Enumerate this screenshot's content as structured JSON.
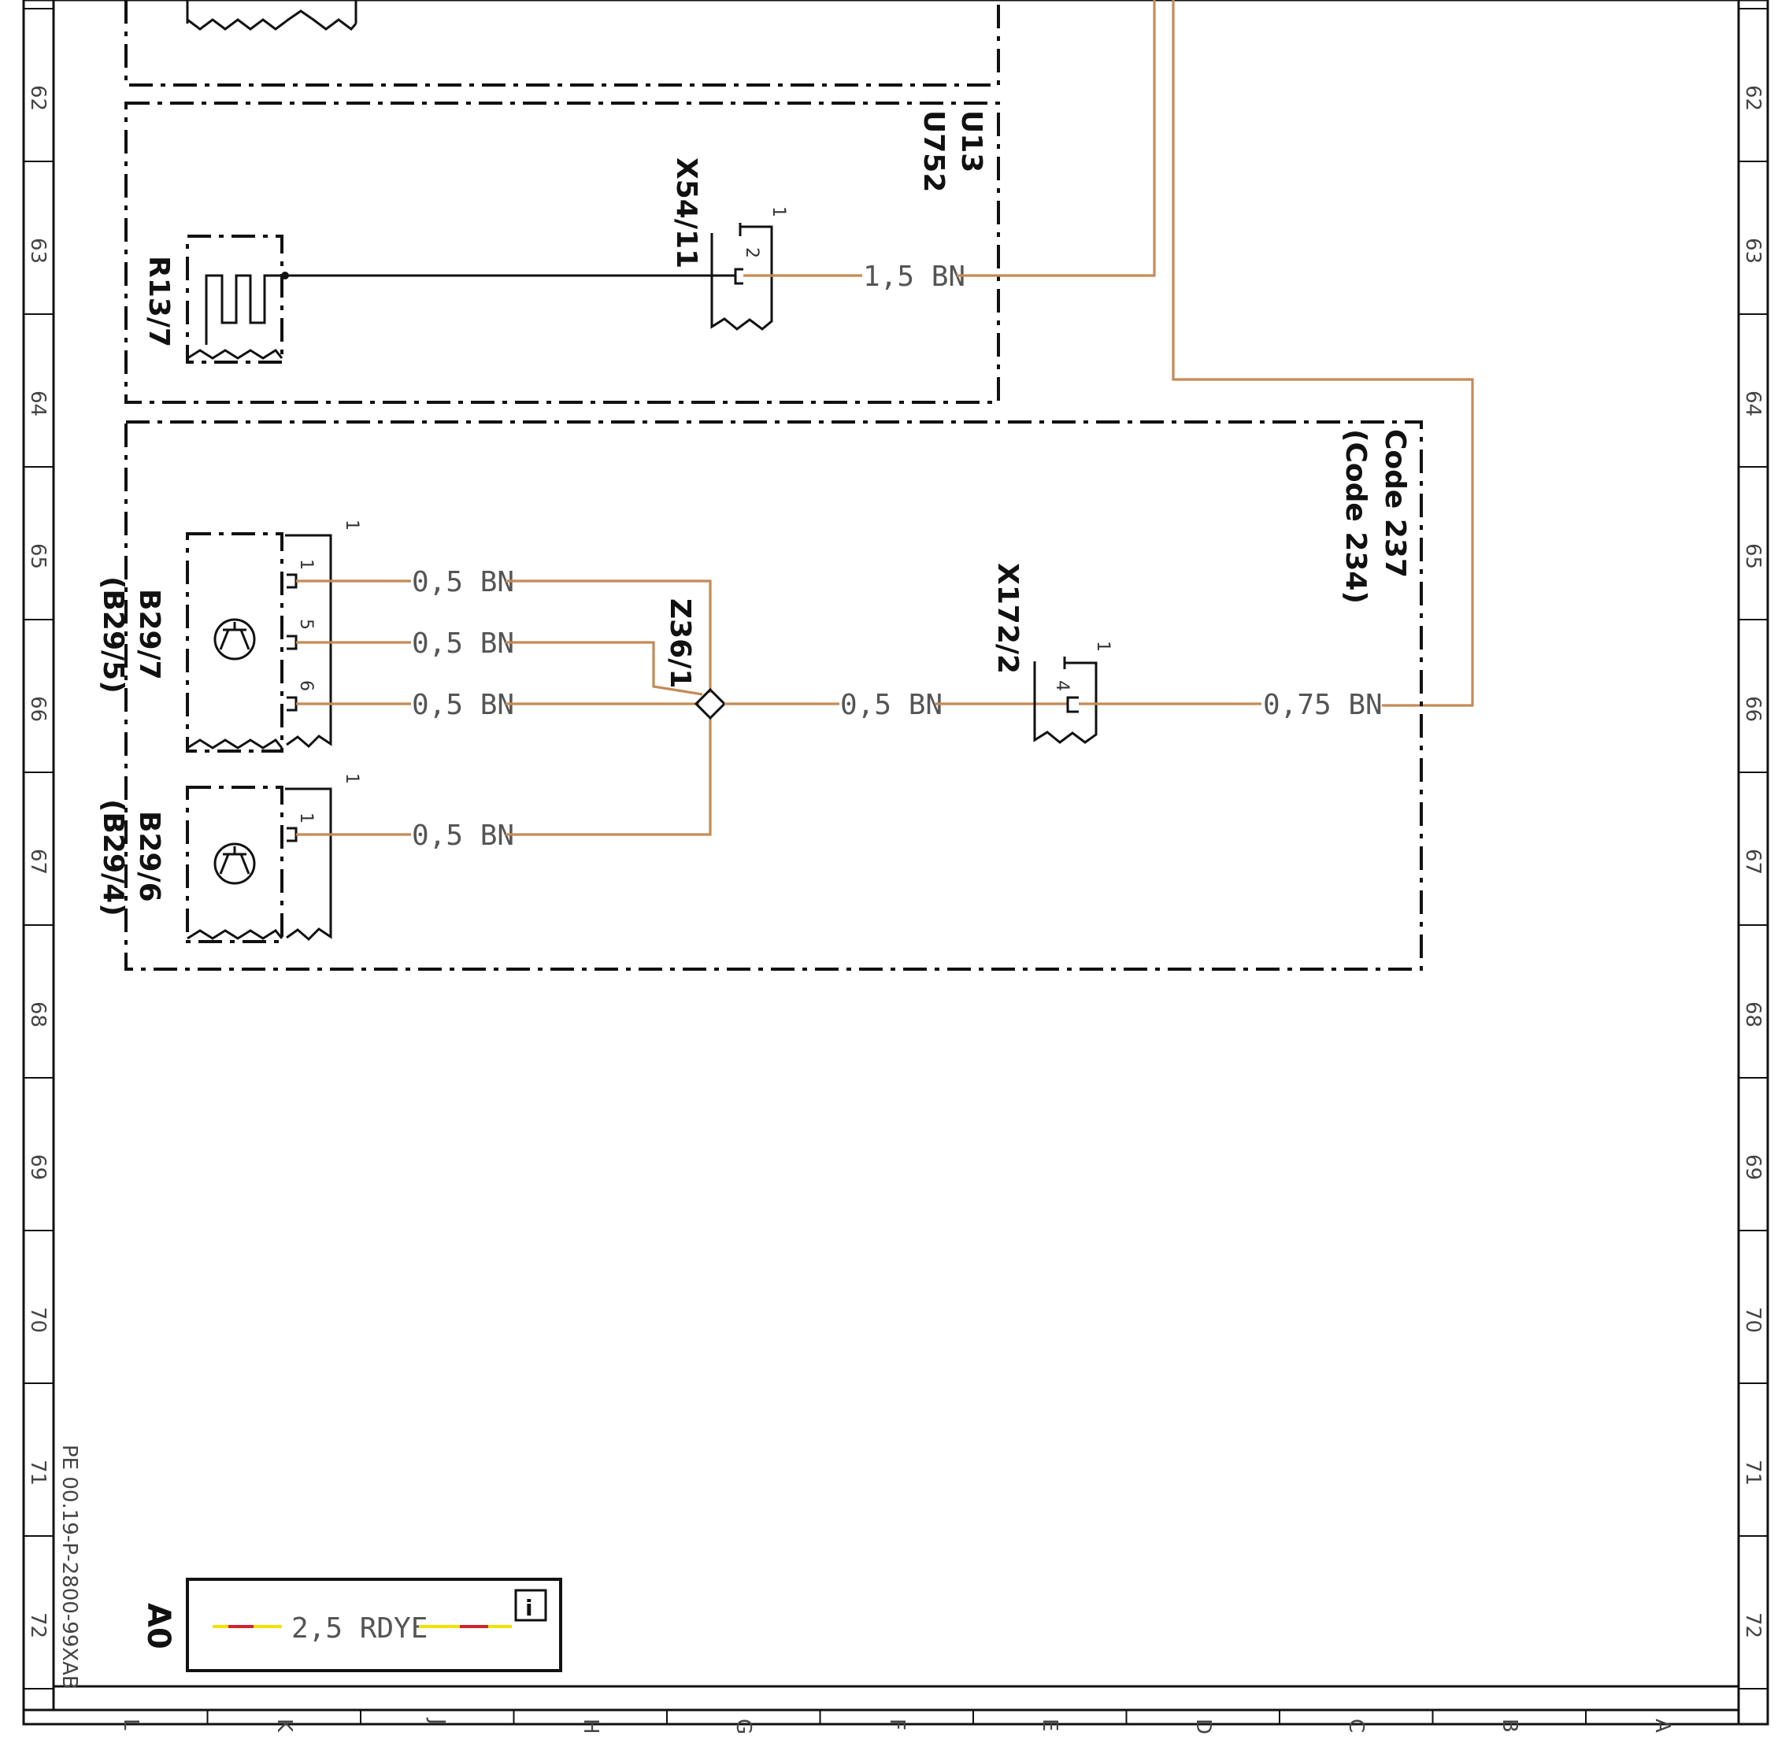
{
  "rows": [
    "62",
    "63",
    "64",
    "65",
    "66",
    "67",
    "68",
    "69",
    "70",
    "71",
    "72"
  ],
  "cols": [
    "L",
    "K",
    "J",
    "H",
    "G",
    "F",
    "E",
    "D",
    "C",
    "B",
    "A"
  ],
  "drawing_number": "PE 00.19-P-2800-99XAB",
  "legend": {
    "key": "A0",
    "wire": "2,5 RDYE",
    "info": "i"
  },
  "box1": {
    "labels": [
      "U13",
      "U752"
    ]
  },
  "box2": {
    "labels": [
      "Code 237",
      "(Code 234)"
    ]
  },
  "components": {
    "r13_7": "R13/7",
    "x54_11": "X54/11",
    "b29_7": "B29/7",
    "b29_5": "(B29/5)",
    "b29_6": "B29/6",
    "b29_4": "(B29/4)",
    "z36_1": "Z36/1",
    "x172_2": "X172/2"
  },
  "pins": {
    "x54_1": "1",
    "x54_2": "2",
    "b29_7_top": "1",
    "b29_7_p1": "1",
    "b29_7_p5": "5",
    "b29_7_p6": "6",
    "b29_6_top": "1",
    "b29_6_p1": "1",
    "x172_top": "1",
    "x172_p4": "4"
  },
  "wires": {
    "w_x54": "1,5 BN",
    "w_b1": "0,5 BN",
    "w_b5": "0,5 BN",
    "w_b6": "0,5 BN",
    "w_b29_6": "0,5 BN",
    "w_z36": "0,5 BN",
    "w_x172": "0,75 BN"
  },
  "colors": {
    "wire_bn": "#c58a55",
    "wire_rd": "#d0242b",
    "wire_ye": "#f2e200",
    "ink": "#111111"
  }
}
